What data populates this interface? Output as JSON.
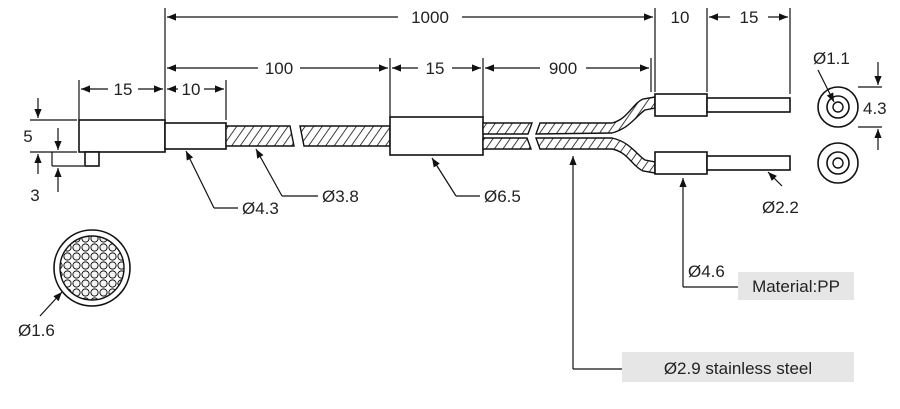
{
  "dimensions": {
    "total_length": "1000",
    "tip_length": "10",
    "tip_extension": "15",
    "connector_length": "15",
    "sleeve_length": "10",
    "sheath_segment": "100",
    "split_block_length": "15",
    "branch_length": "900",
    "height": "5",
    "protrusion": "3"
  },
  "diameters": {
    "sleeve": "Ø4.3",
    "sheath": "Ø3.8",
    "split_block": "Ø6.5",
    "tip_sleeve": "Ø4.6",
    "fiber_end": "Ø2.2",
    "bundle": "Ø1.6",
    "end_core": "Ø1.1",
    "end_face": "4.3"
  },
  "callouts": {
    "material": "Material:PP",
    "steel": "Ø2.9 stainless steel"
  },
  "colors": {
    "callout_box": "#e6e6e6",
    "line": "#111111"
  }
}
